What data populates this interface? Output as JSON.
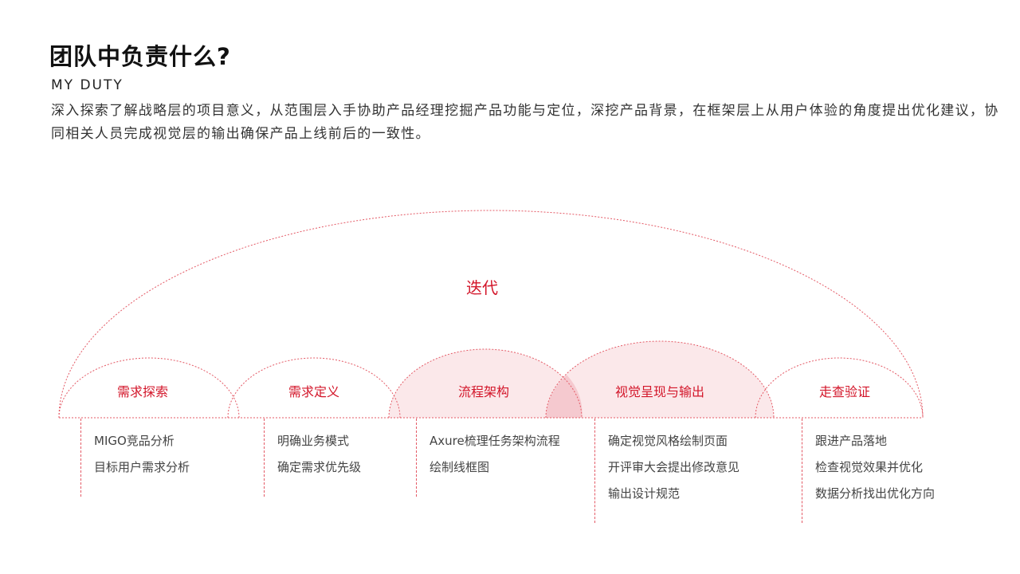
{
  "header": {
    "title": "团队中负责什么?",
    "subtitle": "MY DUTY",
    "description": "深入探索了解战略层的项目意义，从范围层入手协助产品经理挖掘产品功能与定位，深挖产品背景，在框架层上从用户体验的角度提出优化建议，协同相关人员完成视觉层的输出确保产品上线前后的一致性。"
  },
  "diagram": {
    "iteration_label": "迭代",
    "accent_color": "#d3162a",
    "phases": [
      {
        "label": "需求探索",
        "highlighted": false,
        "tasks": [
          "MIGO竞品分析",
          "目标用户需求分析"
        ]
      },
      {
        "label": "需求定义",
        "highlighted": false,
        "tasks": [
          "明确业务模式",
          "确定需求优先级"
        ]
      },
      {
        "label": "流程架构",
        "highlighted": true,
        "tasks": [
          "Axure梳理任务架构流程",
          "绘制线框图"
        ]
      },
      {
        "label": "视觉呈现与输出",
        "highlighted": true,
        "tasks": [
          "确定视觉风格绘制页面",
          "开评审大会提出修改意见",
          "输出设计规范"
        ]
      },
      {
        "label": "走查验证",
        "highlighted": false,
        "tasks": [
          "跟进产品落地",
          "检查视觉效果并优化",
          "数据分析找出优化方向"
        ]
      }
    ]
  }
}
